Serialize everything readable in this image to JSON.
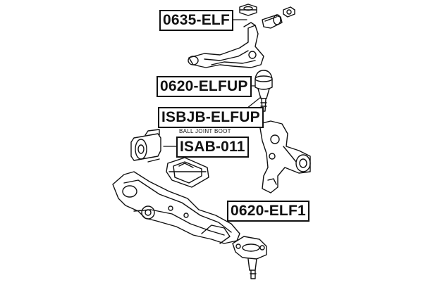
{
  "labels": {
    "upper_arm": "0635-ELF",
    "upper_ball_joint": "0620-ELFUP",
    "boot": "ISBJB-ELFUP",
    "boot_caption": "BALL JOINT BOOT",
    "bushing": "ISAB-011",
    "lower_ball_joint": "0620-ELF1"
  },
  "colors": {
    "line": "#111111",
    "background": "#ffffff"
  }
}
